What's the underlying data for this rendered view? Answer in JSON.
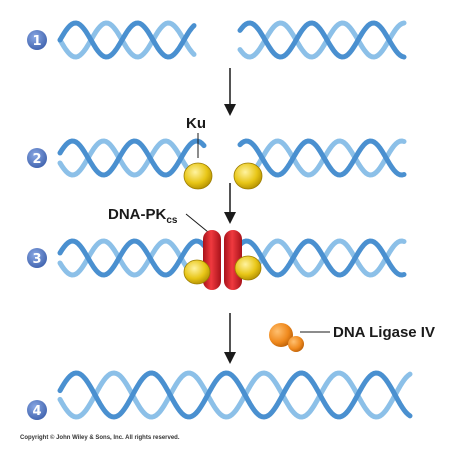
{
  "steps": [
    "1",
    "2",
    "3",
    "4"
  ],
  "labels": {
    "ku": "Ku",
    "dna_pk_main": "DNA-PK",
    "dna_pk_sub": "cs",
    "ligase": "DNA Ligase IV"
  },
  "copyright": "Copyright © John Wiley & Sons, Inc. All rights reserved.",
  "colors": {
    "dna_strand": "#4a90d0",
    "dna_strand_light": "#8cc0e8",
    "ku": "#e8c617",
    "dna_pk": "#d81f26",
    "ligase": "#f08a1e",
    "step_badge": "#5b7ec7",
    "arrow": "#1a1a1a"
  },
  "icons": [
    "step-number-badge",
    "dna-double-helix",
    "ku-protein",
    "dna-pk-protein",
    "ligase-protein",
    "down-arrow"
  ]
}
